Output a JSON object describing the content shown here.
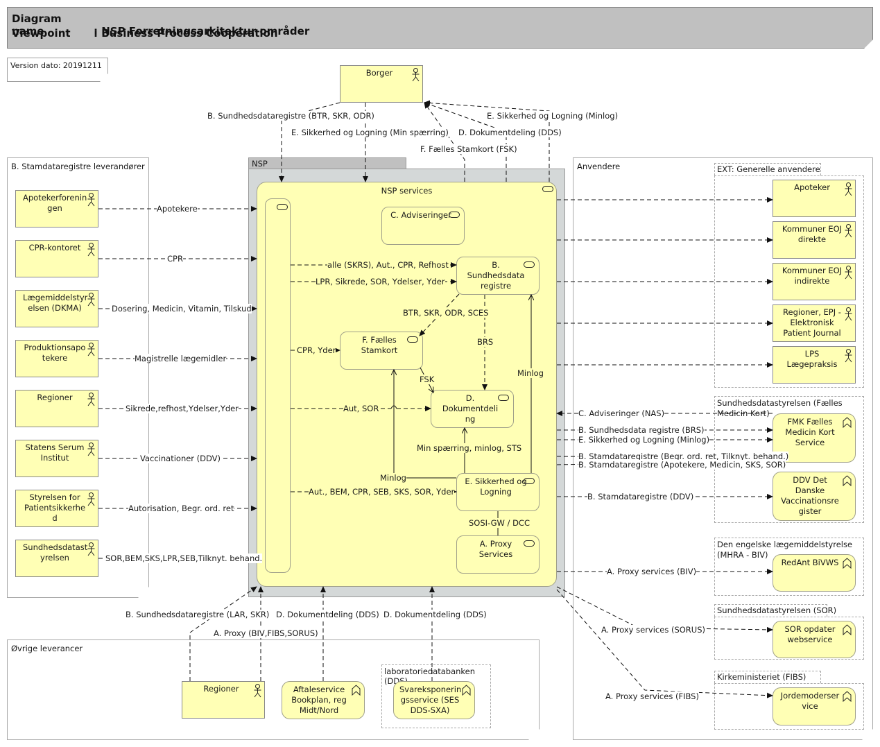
{
  "header": {
    "diagram_name_key": "Diagram name",
    "diagram_name_value": ": NSP Forretningsarkitektur områder",
    "viewpoint_key": "Viewpoint",
    "viewpoint_value": ": Business Process Cooperation"
  },
  "note": {
    "version": "Version dato: 20191211"
  },
  "colors": {
    "element_fill": "#ffffb5",
    "nsp_group_fill": "#d4d8d8",
    "header_fill": "#c0c0c0"
  },
  "borger": {
    "label": "Borger",
    "icon": "actor-icon"
  },
  "top_flows": [
    "B. Sundhedsdataregistre (BTR, SKR, ODR)",
    "E. Sikkerhed og Logning (Min spærring)",
    "F. Fælles Stamkort (FSK)",
    "D. Dokumentdeling (DDS)",
    "E. Sikkerhed og Logning (Minlog)"
  ],
  "left_group": {
    "title": "B. Stamdataregistre leverandører",
    "actors": [
      {
        "label": "Apotekerforenin gen",
        "flow": "Apotekere"
      },
      {
        "label": "CPR-kontoret",
        "flow": "CPR"
      },
      {
        "label": "Lægemiddelstyr elsen (DKMA)",
        "flow": "Dosering, Medicin, Vitamin, Tilskud"
      },
      {
        "label": "Produktionsapo tekere",
        "flow": "Magistrelle lægemidler"
      },
      {
        "label": "Regioner",
        "flow": "Sikrede,refhost,Ydelser,Yder"
      },
      {
        "label": "Statens Serum Institut",
        "flow": "Vaccinationer (DDV)"
      },
      {
        "label": "Styrelsen for Patientsikkerhe d",
        "flow": "Autorisation, Begr. ord. ret"
      },
      {
        "label": "Sundhedsdatast yrelsen",
        "flow": "SOR,BEM,SKS,LPR,SEB,Tilknyt. behand."
      }
    ]
  },
  "nsp": {
    "group_label": "NSP",
    "services_label": "NSP services",
    "services": {
      "c": "C. Adviseringer",
      "b": "B. Sundhedsdata registre",
      "f": "F. Fælles Stamkort",
      "d": "D. Dokumentdeli ng",
      "e": "E. Sikkerhed og Logning",
      "a": "A. Proxy Services"
    },
    "internal_flows": {
      "to_b_1": "alle (SKRS), Aut., CPR, Refhost",
      "to_b_2": "LPR, Sikrede, SOR, Ydelser, Yder",
      "b_to_f": "BTR, SKR, ODR, SCES",
      "b_to_d": "BRS",
      "to_f": "CPR, Yder",
      "f_to_d": "FSK",
      "to_d": "Aut, SOR",
      "e_to_d": "Min spærring, minlog, STS",
      "e_to_f": "Minlog",
      "e_to_b": "Minlog",
      "to_e": "Aut., BEM, CPR, SEB, SKS, SOR, Yder",
      "e_to_a": "SOSI-GW / DCC"
    }
  },
  "anvendere": {
    "title": "Anvendere",
    "ext_group": {
      "title": "EXT: Generelle anvendere",
      "actors": [
        "Apoteker",
        "Kommuner EOJ direkte",
        "Kommuner EOJ indirekte",
        "Regioner, EPJ - Elektronisk Patient Journal",
        "LPS Lægepraksis"
      ]
    },
    "fmk_group": {
      "title": "Sundhedsdatastyrelsen (Fælles Medicin Kort)",
      "services": [
        "FMK Fælles Medicin Kort Service",
        "DDV Det Danske Vaccinationsre gister"
      ],
      "flows": [
        "C. Adviseringer (NAS)",
        "B. Sundhedsdata registre (BRS)",
        "E. Sikkerhed og Logning (Minlog)",
        "B. Stamdataregistre (Begr. ord. ret, Tilknyt. behand.)",
        "B. Stamdataregistre (Apotekere, Medicin, SKS, SOR)",
        "B. Stamdataregistre (DDV)"
      ]
    },
    "mhra_group": {
      "title": "Den engelske lægemiddelstyrelse (MHRA - BIV)",
      "service": "RedAnt BiVWS",
      "flow": "A. Proxy services (BIV)"
    },
    "sor_group": {
      "title": "Sundhedsdatastyrelsen (SOR)",
      "service": "SOR opdater webservice",
      "flow": "A. Proxy services (SORUS)"
    },
    "fibs_group": {
      "title": "Kirkeministeriet (FIBS)",
      "service": "Jordemoderser vice",
      "flow": "A. Proxy services (FIBS)"
    }
  },
  "bottom": {
    "title": "Øvrige leverancer",
    "flows": [
      "B. Sundhedsdataregistre (LAR, SKR)",
      "A. Proxy (BIV,FIBS,SORUS)",
      "D. Dokumentdeling (DDS)",
      "D. Dokumentdeling (DDS)"
    ],
    "regioner": "Regioner",
    "aftale": "Aftaleservice Bookplan, reg Midt/Nord",
    "lab_group": "laboratoriedatabanken (DDS)",
    "svar": "Svareksponerin gsservice (SES DDS-SXA)"
  }
}
